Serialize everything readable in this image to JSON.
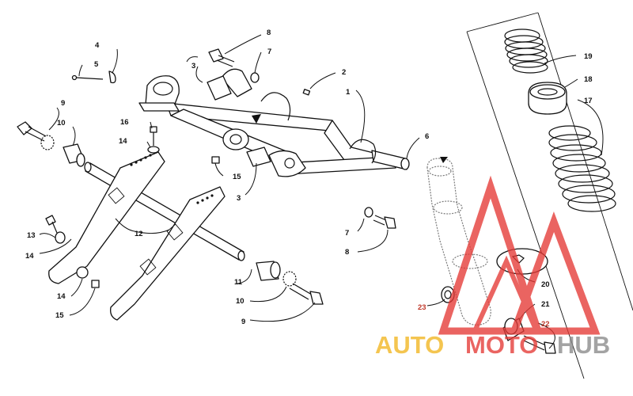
{
  "diagram": {
    "callouts": [
      {
        "id": "c1",
        "text": "1"
      },
      {
        "id": "c2",
        "text": "2"
      },
      {
        "id": "c3a",
        "text": "3"
      },
      {
        "id": "c3b",
        "text": "3"
      },
      {
        "id": "c4",
        "text": "4"
      },
      {
        "id": "c5",
        "text": "5"
      },
      {
        "id": "c6",
        "text": "6"
      },
      {
        "id": "c7a",
        "text": "7"
      },
      {
        "id": "c7b",
        "text": "7"
      },
      {
        "id": "c8a",
        "text": "8"
      },
      {
        "id": "c8b",
        "text": "8"
      },
      {
        "id": "c9a",
        "text": "9"
      },
      {
        "id": "c9b",
        "text": "9"
      },
      {
        "id": "c10a",
        "text": "10"
      },
      {
        "id": "c10b",
        "text": "10"
      },
      {
        "id": "c11",
        "text": "11"
      },
      {
        "id": "c12",
        "text": "12"
      },
      {
        "id": "c13",
        "text": "13"
      },
      {
        "id": "c14a",
        "text": "14"
      },
      {
        "id": "c14b",
        "text": "14"
      },
      {
        "id": "c14c",
        "text": "14"
      },
      {
        "id": "c15a",
        "text": "15"
      },
      {
        "id": "c15b",
        "text": "15"
      },
      {
        "id": "c16",
        "text": "16"
      },
      {
        "id": "c17",
        "text": "17"
      },
      {
        "id": "c18",
        "text": "18"
      },
      {
        "id": "c19",
        "text": "19"
      },
      {
        "id": "c20",
        "text": "20"
      },
      {
        "id": "c21",
        "text": "21"
      },
      {
        "id": "c22",
        "text": "22"
      },
      {
        "id": "c23",
        "text": "23"
      }
    ]
  },
  "watermark": {
    "text_auto": "AUTO",
    "text_moto": "MOTO",
    "text_hub": "HUB",
    "colors": {
      "auto": "#f2b61f",
      "moto": "#e53935",
      "hub": "#8a8a8a",
      "triangle": "#e53935"
    }
  }
}
